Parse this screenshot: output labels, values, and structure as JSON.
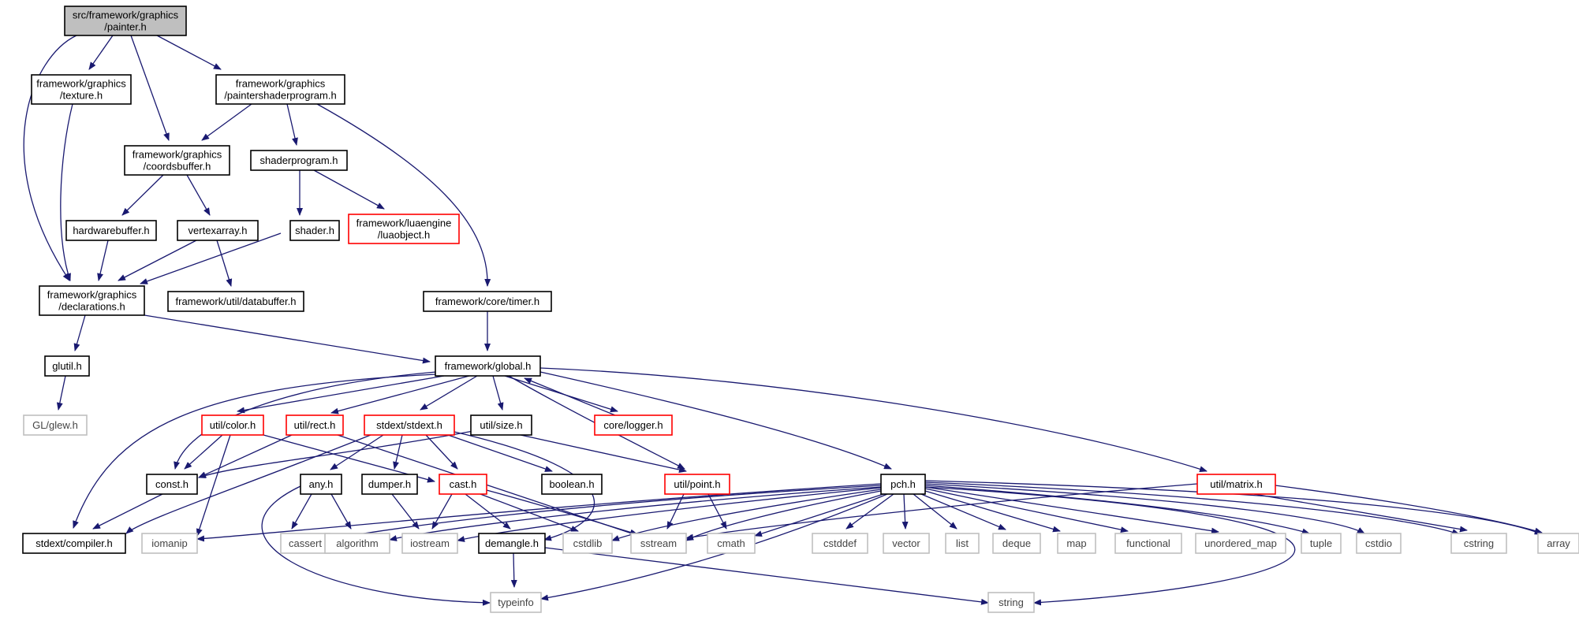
{
  "graph": {
    "colors": {
      "edge": "#191970",
      "root_fill": "#bfbfbf",
      "node_border": "#000000",
      "truncated_border": "#ff0000",
      "external_border": "#bfbfbf",
      "external_text": "#444444"
    },
    "nodes": [
      {
        "id": "painter",
        "kind": "root",
        "lines": [
          "src/framework/graphics",
          "/painter.h"
        ]
      },
      {
        "id": "texture",
        "kind": "normal",
        "lines": [
          "framework/graphics",
          "/texture.h"
        ]
      },
      {
        "id": "paintershader",
        "kind": "normal",
        "lines": [
          "framework/graphics",
          "/paintershaderprogram.h"
        ]
      },
      {
        "id": "coordsbuffer",
        "kind": "normal",
        "lines": [
          "framework/graphics",
          "/coordsbuffer.h"
        ]
      },
      {
        "id": "shaderprogram",
        "kind": "normal",
        "lines": [
          "shaderprogram.h"
        ]
      },
      {
        "id": "hardwarebuffer",
        "kind": "normal",
        "lines": [
          "hardwarebuffer.h"
        ]
      },
      {
        "id": "vertexarray",
        "kind": "normal",
        "lines": [
          "vertexarray.h"
        ]
      },
      {
        "id": "shader",
        "kind": "normal",
        "lines": [
          "shader.h"
        ]
      },
      {
        "id": "luaobject",
        "kind": "truncated",
        "lines": [
          "framework/luaengine",
          "/luaobject.h"
        ]
      },
      {
        "id": "declarations",
        "kind": "normal",
        "lines": [
          "framework/graphics",
          "/declarations.h"
        ]
      },
      {
        "id": "databuffer",
        "kind": "normal",
        "lines": [
          "framework/util/databuffer.h"
        ]
      },
      {
        "id": "timer",
        "kind": "normal",
        "lines": [
          "framework/core/timer.h"
        ]
      },
      {
        "id": "glutil",
        "kind": "normal",
        "lines": [
          "glutil.h"
        ]
      },
      {
        "id": "global",
        "kind": "normal",
        "lines": [
          "framework/global.h"
        ]
      },
      {
        "id": "glew",
        "kind": "external",
        "lines": [
          "GL/glew.h"
        ]
      },
      {
        "id": "color",
        "kind": "truncated",
        "lines": [
          "util/color.h"
        ]
      },
      {
        "id": "rect",
        "kind": "truncated",
        "lines": [
          "util/rect.h"
        ]
      },
      {
        "id": "stdext",
        "kind": "truncated",
        "lines": [
          "stdext/stdext.h"
        ]
      },
      {
        "id": "size",
        "kind": "normal",
        "lines": [
          "util/size.h"
        ]
      },
      {
        "id": "logger",
        "kind": "truncated",
        "lines": [
          "core/logger.h"
        ]
      },
      {
        "id": "const",
        "kind": "normal",
        "lines": [
          "const.h"
        ]
      },
      {
        "id": "any",
        "kind": "normal",
        "lines": [
          "any.h"
        ]
      },
      {
        "id": "dumper",
        "kind": "normal",
        "lines": [
          "dumper.h"
        ]
      },
      {
        "id": "cast",
        "kind": "truncated",
        "lines": [
          "cast.h"
        ]
      },
      {
        "id": "boolean",
        "kind": "normal",
        "lines": [
          "boolean.h"
        ]
      },
      {
        "id": "point",
        "kind": "truncated",
        "lines": [
          "util/point.h"
        ]
      },
      {
        "id": "pch",
        "kind": "normal",
        "lines": [
          "pch.h"
        ]
      },
      {
        "id": "matrix",
        "kind": "truncated",
        "lines": [
          "util/matrix.h"
        ]
      },
      {
        "id": "compiler",
        "kind": "normal",
        "lines": [
          "stdext/compiler.h"
        ]
      },
      {
        "id": "iomanip",
        "kind": "external",
        "lines": [
          "iomanip"
        ]
      },
      {
        "id": "cassert",
        "kind": "external",
        "lines": [
          "cassert"
        ]
      },
      {
        "id": "algorithm",
        "kind": "external",
        "lines": [
          "algorithm"
        ]
      },
      {
        "id": "iostream",
        "kind": "external",
        "lines": [
          "iostream"
        ]
      },
      {
        "id": "demangle",
        "kind": "normal",
        "lines": [
          "demangle.h"
        ]
      },
      {
        "id": "cstdlib",
        "kind": "external",
        "lines": [
          "cstdlib"
        ]
      },
      {
        "id": "sstream",
        "kind": "external",
        "lines": [
          "sstream"
        ]
      },
      {
        "id": "cmath",
        "kind": "external",
        "lines": [
          "cmath"
        ]
      },
      {
        "id": "cstddef",
        "kind": "external",
        "lines": [
          "cstddef"
        ]
      },
      {
        "id": "vector",
        "kind": "external",
        "lines": [
          "vector"
        ]
      },
      {
        "id": "list",
        "kind": "external",
        "lines": [
          "list"
        ]
      },
      {
        "id": "deque",
        "kind": "external",
        "lines": [
          "deque"
        ]
      },
      {
        "id": "map",
        "kind": "external",
        "lines": [
          "map"
        ]
      },
      {
        "id": "functional",
        "kind": "external",
        "lines": [
          "functional"
        ]
      },
      {
        "id": "unordered_map",
        "kind": "external",
        "lines": [
          "unordered_map"
        ]
      },
      {
        "id": "tuple",
        "kind": "external",
        "lines": [
          "tuple"
        ]
      },
      {
        "id": "cstdio",
        "kind": "external",
        "lines": [
          "cstdio"
        ]
      },
      {
        "id": "cstring",
        "kind": "external",
        "lines": [
          "cstring"
        ]
      },
      {
        "id": "array",
        "kind": "external",
        "lines": [
          "array"
        ]
      },
      {
        "id": "typeinfo",
        "kind": "external",
        "lines": [
          "typeinfo"
        ]
      },
      {
        "id": "string",
        "kind": "external",
        "lines": [
          "string"
        ]
      }
    ],
    "edges": [
      [
        "painter",
        "texture"
      ],
      [
        "painter",
        "paintershader"
      ],
      [
        "painter",
        "coordsbuffer"
      ],
      [
        "painter",
        "declarations"
      ],
      [
        "texture",
        "declarations"
      ],
      [
        "paintershader",
        "coordsbuffer"
      ],
      [
        "paintershader",
        "shaderprogram"
      ],
      [
        "paintershader",
        "timer"
      ],
      [
        "coordsbuffer",
        "hardwarebuffer"
      ],
      [
        "coordsbuffer",
        "vertexarray"
      ],
      [
        "shaderprogram",
        "shader"
      ],
      [
        "shaderprogram",
        "luaobject"
      ],
      [
        "hardwarebuffer",
        "declarations"
      ],
      [
        "vertexarray",
        "declarations"
      ],
      [
        "vertexarray",
        "databuffer"
      ],
      [
        "shader",
        "declarations"
      ],
      [
        "declarations",
        "glutil"
      ],
      [
        "declarations",
        "global"
      ],
      [
        "timer",
        "global"
      ],
      [
        "glutil",
        "glew"
      ],
      [
        "global",
        "color"
      ],
      [
        "global",
        "rect"
      ],
      [
        "global",
        "stdext"
      ],
      [
        "global",
        "size"
      ],
      [
        "global",
        "logger"
      ],
      [
        "global",
        "const"
      ],
      [
        "global",
        "compiler"
      ],
      [
        "global",
        "point"
      ],
      [
        "global",
        "pch"
      ],
      [
        "global",
        "matrix"
      ],
      [
        "logger",
        "global"
      ],
      [
        "color",
        "const"
      ],
      [
        "color",
        "cast"
      ],
      [
        "color",
        "iomanip"
      ],
      [
        "rect",
        "const"
      ],
      [
        "rect",
        "sstream"
      ],
      [
        "stdext",
        "any"
      ],
      [
        "stdext",
        "dumper"
      ],
      [
        "stdext",
        "cast"
      ],
      [
        "stdext",
        "boolean"
      ],
      [
        "stdext",
        "compiler"
      ],
      [
        "stdext",
        "demangle"
      ],
      [
        "size",
        "const"
      ],
      [
        "size",
        "point"
      ],
      [
        "const",
        "compiler"
      ],
      [
        "any",
        "cassert"
      ],
      [
        "any",
        "algorithm"
      ],
      [
        "any",
        "typeinfo"
      ],
      [
        "dumper",
        "iostream"
      ],
      [
        "cast",
        "iostream"
      ],
      [
        "cast",
        "demangle"
      ],
      [
        "cast",
        "cstdlib"
      ],
      [
        "cast",
        "sstream"
      ],
      [
        "point",
        "sstream"
      ],
      [
        "point",
        "cmath"
      ],
      [
        "pch",
        "iomanip"
      ],
      [
        "pch",
        "cassert"
      ],
      [
        "pch",
        "algorithm"
      ],
      [
        "pch",
        "iostream"
      ],
      [
        "pch",
        "cstdlib"
      ],
      [
        "pch",
        "sstream"
      ],
      [
        "pch",
        "cmath"
      ],
      [
        "pch",
        "cstddef"
      ],
      [
        "pch",
        "vector"
      ],
      [
        "pch",
        "list"
      ],
      [
        "pch",
        "deque"
      ],
      [
        "pch",
        "map"
      ],
      [
        "pch",
        "functional"
      ],
      [
        "pch",
        "unordered_map"
      ],
      [
        "pch",
        "tuple"
      ],
      [
        "pch",
        "cstdio"
      ],
      [
        "pch",
        "cstring"
      ],
      [
        "pch",
        "array"
      ],
      [
        "pch",
        "typeinfo"
      ],
      [
        "pch",
        "string"
      ],
      [
        "matrix",
        "sstream"
      ],
      [
        "matrix",
        "cstring"
      ],
      [
        "matrix",
        "array"
      ],
      [
        "demangle",
        "typeinfo"
      ],
      [
        "demangle",
        "string"
      ]
    ]
  }
}
